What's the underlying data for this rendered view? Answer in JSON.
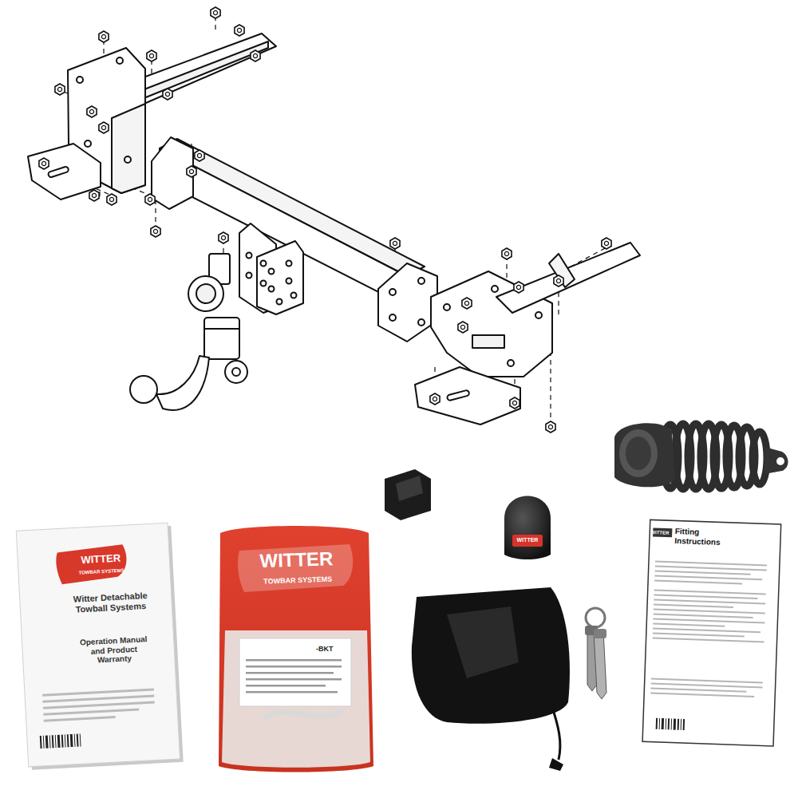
{
  "diagram": {
    "labels": [
      "WITTER",
      "TOWBAR SYSTEMS",
      "Witter Detachable Towball Systems",
      "Operation Manual and Product Warranty",
      "WITTER",
      "TOWBAR SYSTEMS",
      "-BKT",
      "WITTER",
      "WITTER",
      "Fitting Instructions"
    ]
  }
}
